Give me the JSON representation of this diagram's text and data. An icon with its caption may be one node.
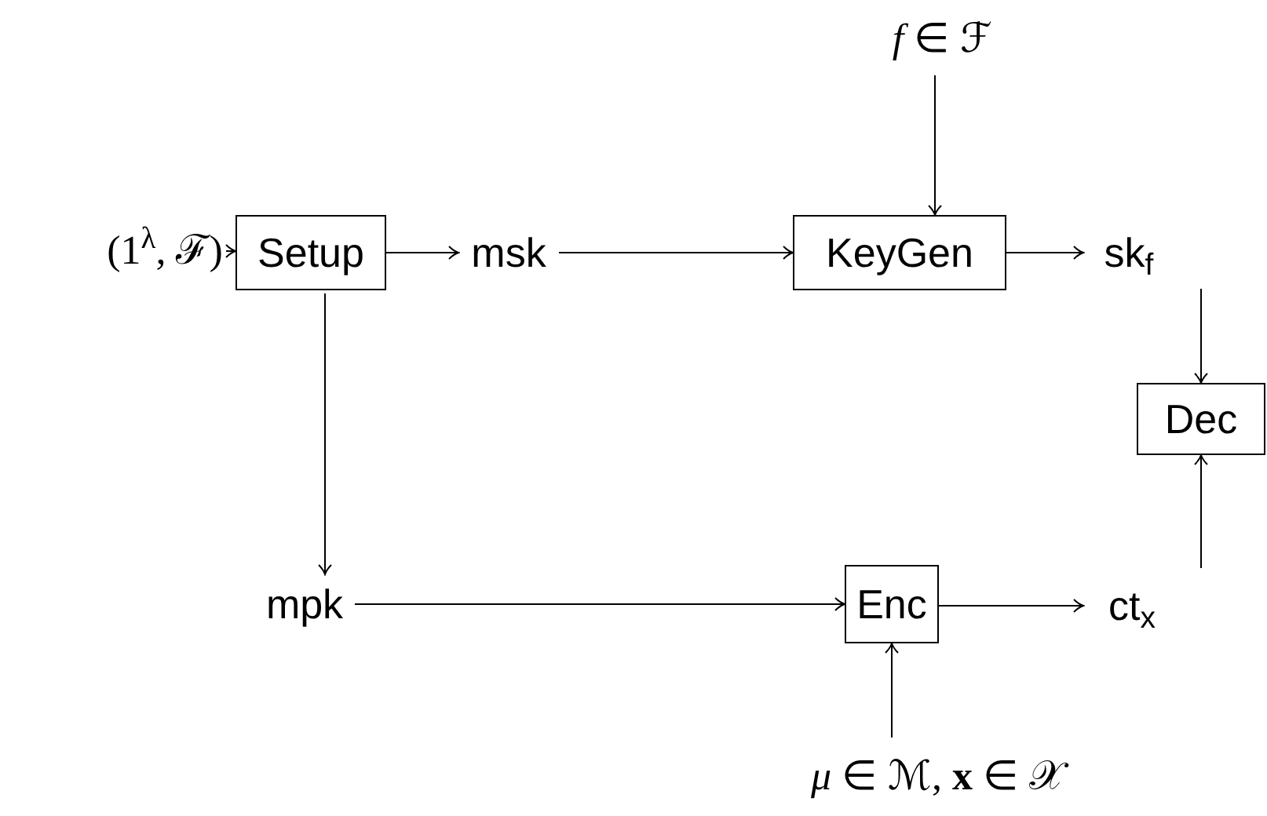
{
  "diagram": {
    "nodes": [
      {
        "text": [
          "(1$^{λ}$, ℱ)"
        ]
      },
      {
        "text": [
          "Setup"
        ]
      },
      {
        "text": [
          "msk"
        ]
      },
      {
        "text": [
          "*f* ∈ ℱ"
        ]
      },
      {
        "text": [
          "KeyGen"
        ]
      },
      {
        "text": [
          "sk$_{f}$"
        ]
      },
      {
        "text": [
          "Dec"
        ]
      },
      {
        "text": [
          "mpk"
        ]
      },
      {
        "text": [
          "Enc"
        ]
      },
      {
        "text": [
          "ct$_{x}$"
        ]
      },
      {
        "text": [
          "*μ* ∈ ℳ, **x** ∈ 𝒳"
        ]
      }
    ],
    "edges": [
      {
        "from": 0,
        "to": 1,
        "arrow": "to"
      },
      {
        "from": 1,
        "to": 2,
        "arrow": "to"
      },
      {
        "from": 2,
        "to": 4,
        "arrow": "to"
      },
      {
        "from": 3,
        "to": 4,
        "arrow": "to"
      },
      {
        "from": 4,
        "to": 5,
        "arrow": "to"
      },
      {
        "from": 5,
        "to": 6,
        "arrow": "to"
      },
      {
        "from": 1,
        "to": 7,
        "arrow": "to"
      },
      {
        "from": 7,
        "to": 8,
        "arrow": "to"
      },
      {
        "from": 8,
        "to": 9,
        "arrow": "to"
      },
      {
        "from": 9,
        "to": 6,
        "arrow": "to"
      },
      {
        "from": 10,
        "to": 8,
        "arrow": "to"
      }
    ]
  }
}
